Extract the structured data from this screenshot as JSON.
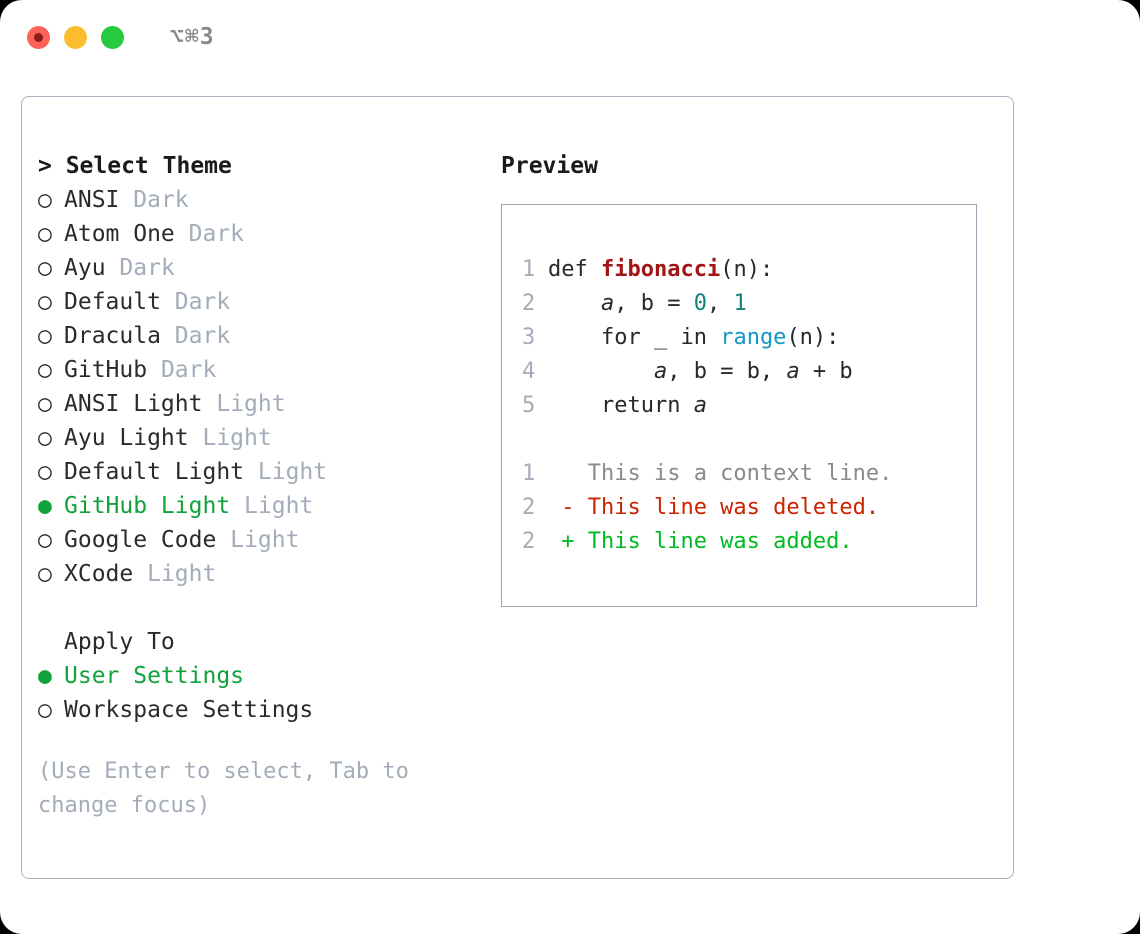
{
  "titlebar": {
    "shortcut": "⌥⌘3",
    "lights": [
      "close-red",
      "minimize-yellow",
      "zoom-green"
    ]
  },
  "theme_picker": {
    "header": "> Select Theme",
    "bullet_selected": "●",
    "bullet_unselected": "○",
    "items": [
      {
        "label": "ANSI",
        "suffix": "Dark",
        "selected": false
      },
      {
        "label": "Atom One",
        "suffix": "Dark",
        "selected": false
      },
      {
        "label": "Ayu",
        "suffix": "Dark",
        "selected": false
      },
      {
        "label": "Default",
        "suffix": "Dark",
        "selected": false
      },
      {
        "label": "Dracula",
        "suffix": "Dark",
        "selected": false
      },
      {
        "label": "GitHub",
        "suffix": "Dark",
        "selected": false
      },
      {
        "label": "ANSI Light",
        "suffix": "Light",
        "selected": false
      },
      {
        "label": "Ayu Light",
        "suffix": "Light",
        "selected": false
      },
      {
        "label": "Default Light",
        "suffix": "Light",
        "selected": false
      },
      {
        "label": "GitHub Light",
        "suffix": "Light",
        "selected": true
      },
      {
        "label": "Google Code",
        "suffix": "Light",
        "selected": false
      },
      {
        "label": "XCode",
        "suffix": "Light",
        "selected": false
      }
    ]
  },
  "apply_to": {
    "header": "Apply To",
    "items": [
      {
        "label": "User Settings",
        "selected": true
      },
      {
        "label": "Workspace Settings",
        "selected": false
      }
    ]
  },
  "hint": "(Use Enter to select, Tab to change focus)",
  "preview": {
    "title": "Preview",
    "code_lines": [
      {
        "no": "1",
        "indent": "",
        "parts": [
          {
            "t": "def ",
            "k": "plain"
          },
          {
            "t": "fibonacci",
            "k": "fn"
          },
          {
            "t": "(n):",
            "k": "plain"
          }
        ]
      },
      {
        "no": "2",
        "indent": "    ",
        "parts": [
          {
            "t": "a",
            "k": "var"
          },
          {
            "t": ", ",
            "k": "plain"
          },
          {
            "t": "b",
            "k": "plain"
          },
          {
            "t": " = ",
            "k": "plain"
          },
          {
            "t": "0",
            "k": "num"
          },
          {
            "t": ", ",
            "k": "plain"
          },
          {
            "t": "1",
            "k": "num"
          }
        ]
      },
      {
        "no": "3",
        "indent": "    ",
        "parts": [
          {
            "t": "for _ in ",
            "k": "plain"
          },
          {
            "t": "range",
            "k": "call"
          },
          {
            "t": "(n):",
            "k": "plain"
          }
        ]
      },
      {
        "no": "4",
        "indent": "        ",
        "parts": [
          {
            "t": "a",
            "k": "var"
          },
          {
            "t": ", b = b, ",
            "k": "plain"
          },
          {
            "t": "a",
            "k": "var"
          },
          {
            "t": " + b",
            "k": "plain"
          }
        ]
      },
      {
        "no": "5",
        "indent": "    ",
        "parts": [
          {
            "t": "return ",
            "k": "plain"
          },
          {
            "t": "a",
            "k": "var"
          }
        ]
      }
    ],
    "diff_lines": [
      {
        "no": "1",
        "marker": "  ",
        "text": "This is a context line.",
        "kind": "ctx"
      },
      {
        "no": "2",
        "marker": "- ",
        "text": "This line was deleted.",
        "kind": "del"
      },
      {
        "no": "2",
        "marker": "+ ",
        "text": "This line was added.",
        "kind": "add"
      }
    ]
  },
  "colors": {
    "selected_green": "#11a23c",
    "muted_gray": "#a3acb9",
    "diff_add": "#00bb22",
    "diff_del": "#cc2200",
    "fn_red": "#a31515",
    "num_teal": "#0f8577",
    "call_blue": "#1398c4",
    "border": "#aab3c0"
  }
}
